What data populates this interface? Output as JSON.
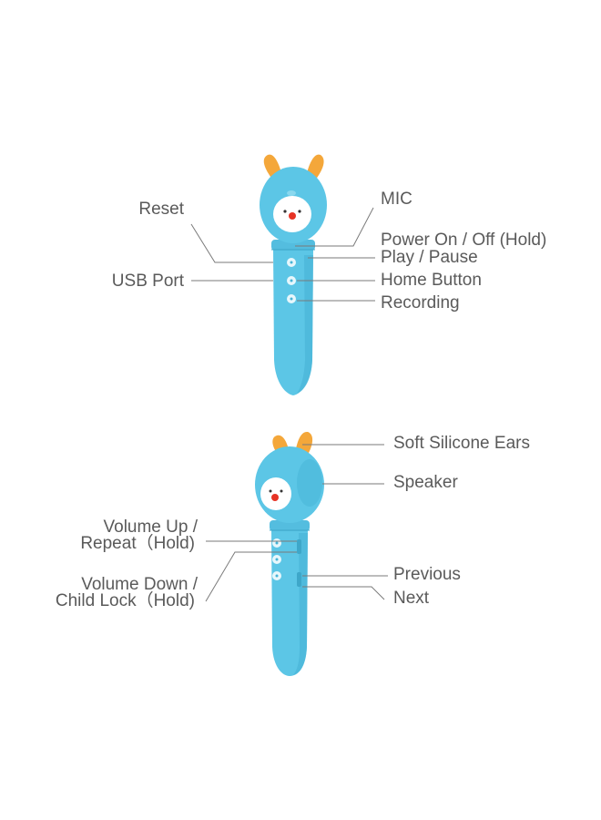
{
  "colors": {
    "body": "#5cc6e6",
    "body_shade": "#46b3d6",
    "ear": "#f4a73a",
    "face": "#ffffff",
    "nose": "#e63325",
    "line": "#7a7a7a",
    "text": "#5a5a5a"
  },
  "top_pen": {
    "labels_left": {
      "reset": "Reset",
      "usb_port": "USB Port"
    },
    "labels_right": {
      "mic": "MIC",
      "power": "Power On / Off (Hold)",
      "play_pause": "Play / Pause",
      "home": "Home Button",
      "recording": "Recording"
    }
  },
  "bottom_pen": {
    "labels_right": {
      "ears": "Soft Silicone Ears",
      "speaker": "Speaker",
      "previous": "Previous",
      "next": "Next"
    },
    "labels_left": {
      "vol_up_1": "Volume Up /",
      "vol_up_2": "Repeat（Hold)",
      "vol_down_1": "Volume Down /",
      "vol_down_2": "Child Lock（Hold)"
    }
  }
}
